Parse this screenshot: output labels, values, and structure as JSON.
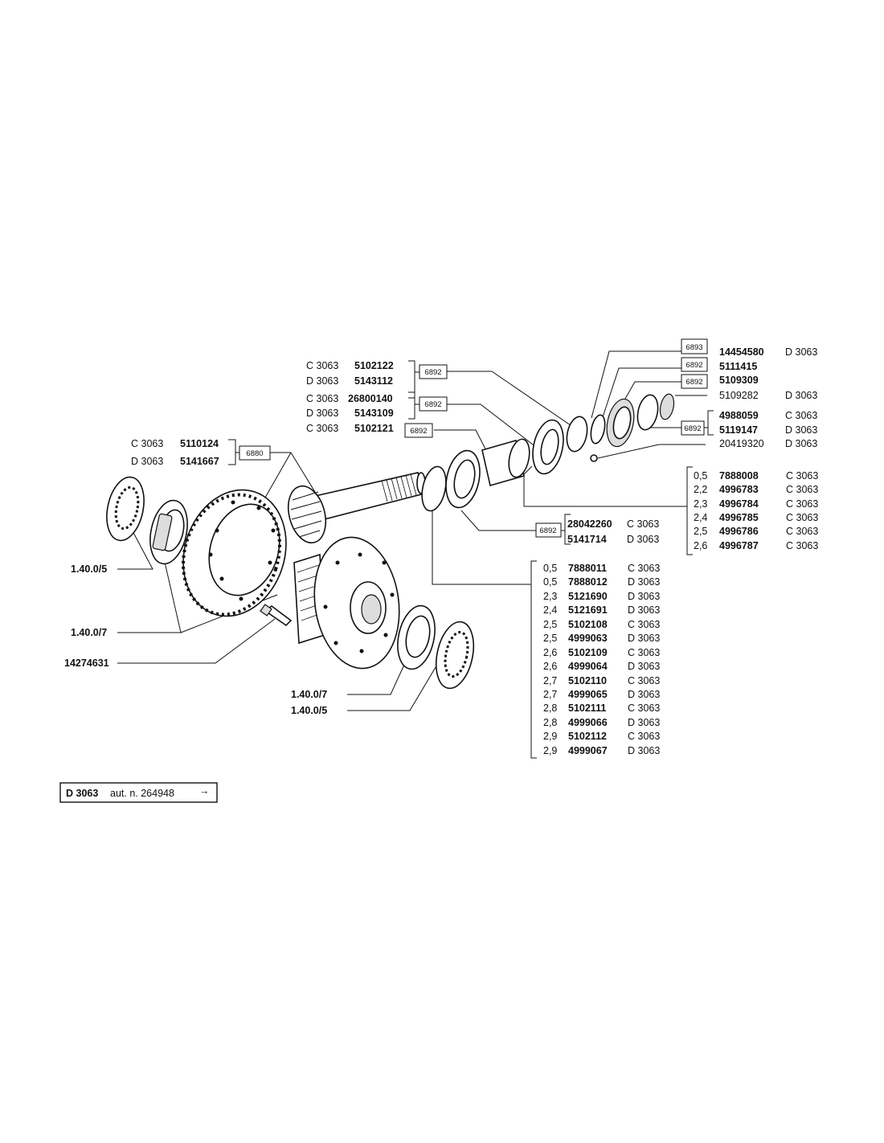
{
  "callouts": {
    "top_right": [
      {
        "ref": "6893",
        "part": "14454580",
        "model": "D 3063"
      },
      {
        "ref": "6892",
        "part": "5111415",
        "model": ""
      },
      {
        "ref": "6892",
        "part": "5109309",
        "model": ""
      },
      {
        "ref": "",
        "part": "5109282",
        "model": "D 3063"
      },
      {
        "ref": "",
        "part": "4988059",
        "model": "C 3063"
      },
      {
        "ref": "6892",
        "part": "5119147",
        "model": "D 3063"
      },
      {
        "ref": "",
        "part": "20419320",
        "model": "D 3063"
      }
    ],
    "top_left": [
      {
        "model": "C 3063",
        "part": "5102122"
      },
      {
        "model": "D 3063",
        "part": "5143112"
      },
      {
        "model": "C 3063",
        "part": "26800140"
      },
      {
        "model": "D 3063",
        "part": "5143109"
      },
      {
        "model": "C 3063",
        "part": "5102121"
      }
    ],
    "top_left_refs": [
      "6892",
      "6892",
      "6892"
    ],
    "pinion": [
      {
        "model": "C 3063",
        "part": "5110124"
      },
      {
        "model": "D 3063",
        "part": "5141667"
      }
    ],
    "pinion_ref": "6880",
    "bearing": {
      "ref": "6892",
      "rows": [
        {
          "part": "28042260",
          "model": "C 3063"
        },
        {
          "part": "5141714",
          "model": "D 3063"
        }
      ]
    },
    "shims_right": [
      {
        "size": "0,5",
        "part": "7888008",
        "model": "C 3063"
      },
      {
        "size": "2,2",
        "part": "4996783",
        "model": "C 3063"
      },
      {
        "size": "2,3",
        "part": "4996784",
        "model": "C 3063"
      },
      {
        "size": "2,4",
        "part": "4996785",
        "model": "C 3063"
      },
      {
        "size": "2,5",
        "part": "4996786",
        "model": "C 3063"
      },
      {
        "size": "2,6",
        "part": "4996787",
        "model": "C 3063"
      }
    ],
    "shims_bottom": [
      {
        "size": "0,5",
        "part": "7888011",
        "model": "C 3063"
      },
      {
        "size": "0,5",
        "part": "7888012",
        "model": "D 3063"
      },
      {
        "size": "2,3",
        "part": "5121690",
        "model": "D 3063"
      },
      {
        "size": "2,4",
        "part": "5121691",
        "model": "D 3063"
      },
      {
        "size": "2,5",
        "part": "5102108",
        "model": "C 3063"
      },
      {
        "size": "2,5",
        "part": "4999063",
        "model": "D 3063"
      },
      {
        "size": "2,6",
        "part": "5102109",
        "model": "C 3063"
      },
      {
        "size": "2,6",
        "part": "4999064",
        "model": "D 3063"
      },
      {
        "size": "2,7",
        "part": "5102110",
        "model": "C 3063"
      },
      {
        "size": "2,7",
        "part": "4999065",
        "model": "D 3063"
      },
      {
        "size": "2,8",
        "part": "5102111",
        "model": "C 3063"
      },
      {
        "size": "2,8",
        "part": "4999066",
        "model": "D 3063"
      },
      {
        "size": "2,9",
        "part": "5102112",
        "model": "C 3063"
      },
      {
        "size": "2,9",
        "part": "4999067",
        "model": "D 3063"
      }
    ],
    "left_refs": [
      "1.40.0/5",
      "1.40.0/7",
      "14274631"
    ],
    "bottom_refs": [
      "1.40.0/7",
      "1.40.0/5"
    ]
  },
  "stamp": {
    "model": "D 3063",
    "text": "aut. n.  264948",
    "arrow": "→"
  }
}
